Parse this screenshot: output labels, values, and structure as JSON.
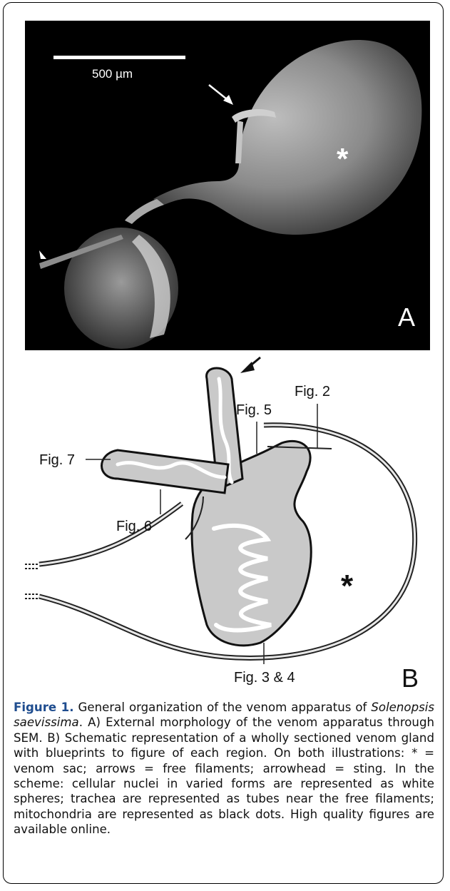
{
  "panel_a": {
    "scale_bar": "500 µm",
    "label": "A",
    "asterisk": "*"
  },
  "panel_b": {
    "label": "B",
    "asterisk": "*",
    "callouts": {
      "fig2": "Fig. 2",
      "fig5": "Fig. 5",
      "fig7": "Fig. 7",
      "fig6": "Fig. 6",
      "fig34": "Fig. 3 & 4"
    }
  },
  "caption": {
    "lead": "Figure 1.",
    "part1": " General organization of the venom apparatus of ",
    "species": "Solenopsis saevissima",
    "rest": ". A) External morphology of the venom apparatus through SEM. B) Schematic representation of a wholly sectioned venom gland with blueprints to figure of each region. On both illustrations: * = venom sac; arrows = free filaments; arrowhead = sting. In the scheme: cellular nuclei in varied forms are represented as white spheres; trachea are represented as tubes near the free filaments; mitochondria are represented as black dots. High quality figures are available online."
  }
}
